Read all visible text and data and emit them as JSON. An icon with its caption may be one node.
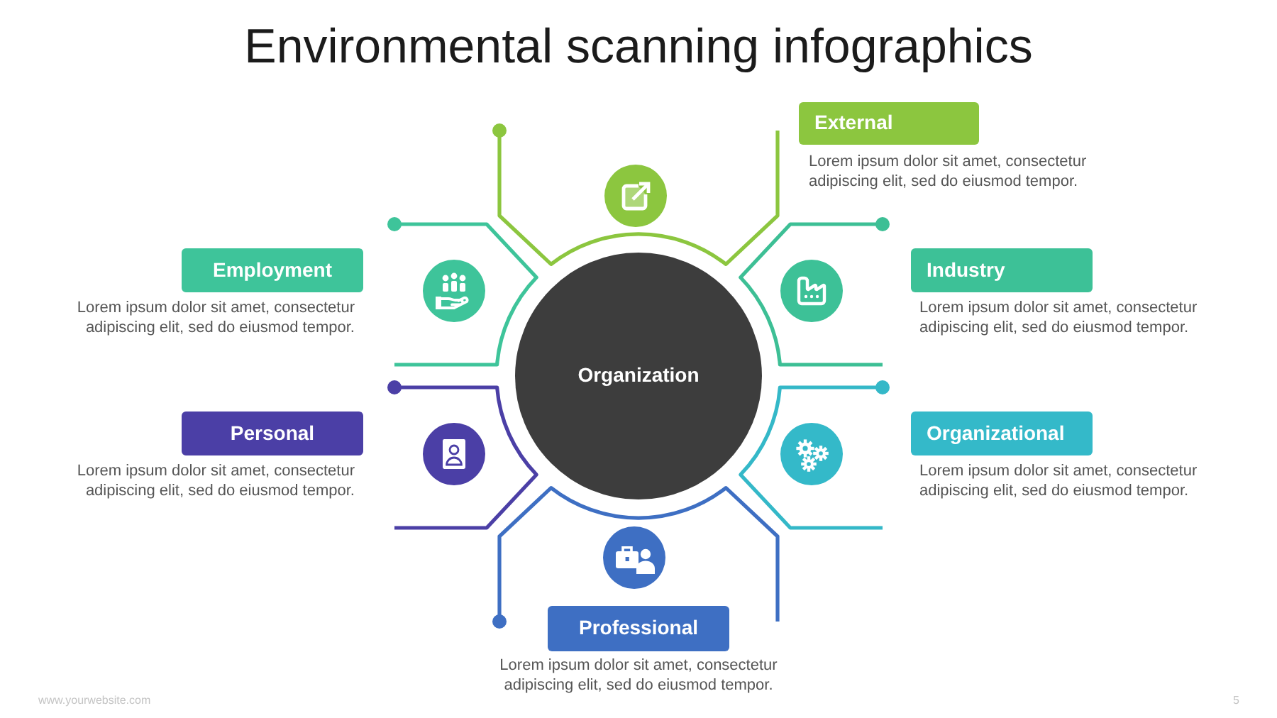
{
  "diagram": {
    "title": "Environmental scanning infographics",
    "nodes": [
      {
        "text": [
          "External"
        ],
        "beside": [
          "Lorem ipsum dolor sit amet, consectetur adipiscing elit, sed do eiusmod tempor."
        ]
      },
      {
        "text": [
          "Employment"
        ],
        "beside": [
          "Lorem ipsum dolor sit amet, consectetur adipiscing elit, sed do eiusmod tempor."
        ]
      },
      {
        "text": [
          "Industry"
        ],
        "beside": [
          "Lorem ipsum dolor sit amet, consectetur adipiscing elit, sed do eiusmod tempor."
        ]
      },
      {
        "text": [
          "Organization"
        ]
      },
      {
        "text": [
          "Personal"
        ],
        "beside": [
          "Lorem ipsum dolor sit amet, consectetur adipiscing elit, sed do eiusmod tempor."
        ]
      },
      {
        "text": [
          "Organizational"
        ],
        "beside": [
          "Lorem ipsum dolor sit amet, consectetur adipiscing elit, sed do eiusmod tempor."
        ]
      },
      {
        "text": [
          "Professional"
        ],
        "beside": [
          "Lorem ipsum dolor sit amet, consectetur adipiscing elit, sed do eiusmod tempor."
        ]
      }
    ],
    "labels": [
      "www.yourwebsite.com",
      "5"
    ]
  }
}
